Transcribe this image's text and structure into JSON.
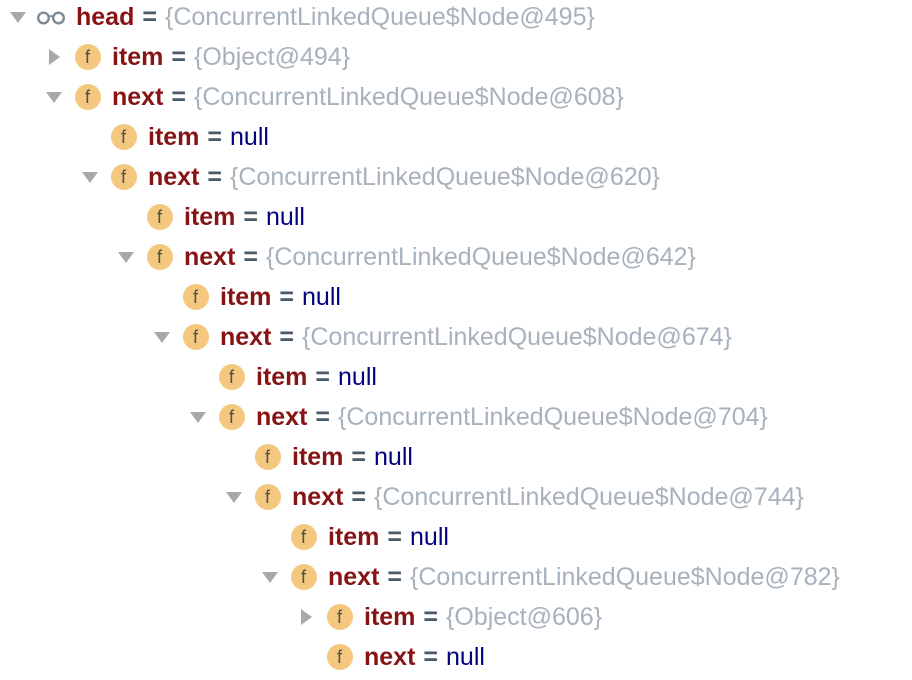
{
  "colors": {
    "background": "#ffffff",
    "field_name": "#871414",
    "equals": "#4b5a68",
    "object_value": "#a7b2bd",
    "null_value": "#000080",
    "expander": "#a9a9a9",
    "field_icon_bg": "#f4c87e",
    "field_icon_glyph": "#4f4f4f",
    "watch_icon": "#7e8a95"
  },
  "icons": {
    "field_glyph": "f",
    "watch_icon_name": "watch-glasses-icon",
    "field_icon_name": "field-icon"
  },
  "tree": {
    "equals_sign": "=",
    "rows": [
      {
        "depth": 0,
        "expander": "down",
        "icon": "watch",
        "name": "head",
        "value": "{ConcurrentLinkedQueue$Node@495}",
        "value_kind": "object"
      },
      {
        "depth": 1,
        "expander": "right",
        "icon": "field",
        "name": "item",
        "value": "{Object@494}",
        "value_kind": "object"
      },
      {
        "depth": 1,
        "expander": "down",
        "icon": "field",
        "name": "next",
        "value": "{ConcurrentLinkedQueue$Node@608}",
        "value_kind": "object"
      },
      {
        "depth": 2,
        "expander": "none",
        "icon": "field",
        "name": "item",
        "value": "null",
        "value_kind": "null"
      },
      {
        "depth": 2,
        "expander": "down",
        "icon": "field",
        "name": "next",
        "value": "{ConcurrentLinkedQueue$Node@620}",
        "value_kind": "object"
      },
      {
        "depth": 3,
        "expander": "none",
        "icon": "field",
        "name": "item",
        "value": "null",
        "value_kind": "null"
      },
      {
        "depth": 3,
        "expander": "down",
        "icon": "field",
        "name": "next",
        "value": "{ConcurrentLinkedQueue$Node@642}",
        "value_kind": "object"
      },
      {
        "depth": 4,
        "expander": "none",
        "icon": "field",
        "name": "item",
        "value": "null",
        "value_kind": "null"
      },
      {
        "depth": 4,
        "expander": "down",
        "icon": "field",
        "name": "next",
        "value": "{ConcurrentLinkedQueue$Node@674}",
        "value_kind": "object"
      },
      {
        "depth": 5,
        "expander": "none",
        "icon": "field",
        "name": "item",
        "value": "null",
        "value_kind": "null"
      },
      {
        "depth": 5,
        "expander": "down",
        "icon": "field",
        "name": "next",
        "value": "{ConcurrentLinkedQueue$Node@704}",
        "value_kind": "object"
      },
      {
        "depth": 6,
        "expander": "none",
        "icon": "field",
        "name": "item",
        "value": "null",
        "value_kind": "null"
      },
      {
        "depth": 6,
        "expander": "down",
        "icon": "field",
        "name": "next",
        "value": "{ConcurrentLinkedQueue$Node@744}",
        "value_kind": "object"
      },
      {
        "depth": 7,
        "expander": "none",
        "icon": "field",
        "name": "item",
        "value": "null",
        "value_kind": "null"
      },
      {
        "depth": 7,
        "expander": "down",
        "icon": "field",
        "name": "next",
        "value": "{ConcurrentLinkedQueue$Node@782}",
        "value_kind": "object"
      },
      {
        "depth": 8,
        "expander": "right",
        "icon": "field",
        "name": "item",
        "value": "{Object@606}",
        "value_kind": "object"
      },
      {
        "depth": 8,
        "expander": "none",
        "icon": "field",
        "name": "next",
        "value": "null",
        "value_kind": "null"
      }
    ]
  }
}
